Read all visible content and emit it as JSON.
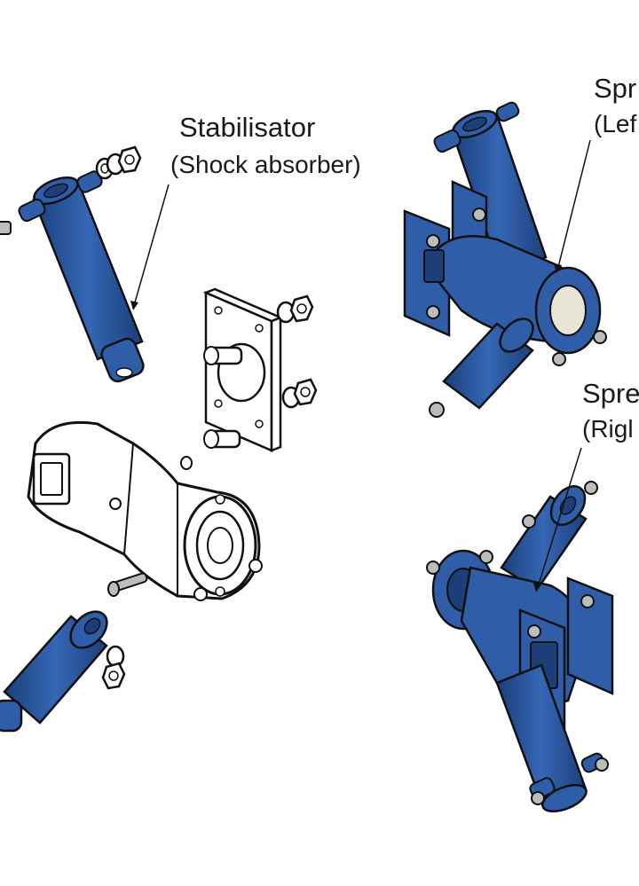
{
  "labels": {
    "stabilisator": "Stabilisator",
    "shock_absorber": "(Shock absorber)",
    "spreader_left_title": "Spr",
    "spreader_left_sub": "(Lef",
    "spreader_right_title": "Spre",
    "spreader_right_sub": "(Rigl"
  },
  "colors": {
    "part_blue": "#2f5da8",
    "part_blue_dark": "#1c3f7a",
    "outline": "#111111",
    "bolt_gray": "#bdbdbd",
    "housing_white": "#ffffff"
  }
}
